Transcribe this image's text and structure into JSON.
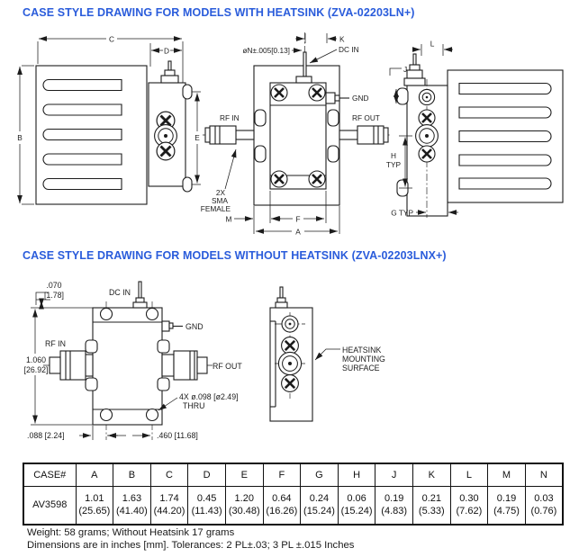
{
  "s1": {
    "title": "CASE STYLE DRAWING FOR MODELS WITH HEATSINK (ZVA-02203LN+)",
    "dims": {
      "c": "C",
      "d": "D",
      "b": "B",
      "e": "E",
      "k": "K",
      "m": "M",
      "f": "F",
      "a": "A",
      "j": "J",
      "l": "L",
      "h": "H",
      "h_typ": "TYP",
      "g_typ": "G TYP"
    },
    "labels": {
      "pin_dia": "øN±.005[0.13]",
      "dc_in": "DC IN",
      "gnd": "GND",
      "rf_in": "RF IN",
      "rf_out": "RF OUT",
      "sma1": "2X",
      "sma2": "SMA",
      "sma3": "FEMALE"
    }
  },
  "s2": {
    "title": "CASE STYLE DRAWING FOR MODELS WITHOUT HEATSINK (ZVA-02203LNX+)",
    "labels": {
      "dim_top_in": ".070",
      "dim_top_mm": "[1.78]",
      "dc_in": "DC IN",
      "gnd": "GND",
      "rf_in": "RF IN",
      "rf_out": "RF OUT",
      "dim_left_in": "1.060",
      "dim_left_mm": "[26.92]",
      "holes1": "4X ø.098 [ø2.49]",
      "holes2": "THRU",
      "dim_bl": ".088 [2.24]",
      "dim_br": ".460 [11.68]",
      "mount1": "HEATSINK",
      "mount2": "MOUNTING",
      "mount3": "SURFACE"
    }
  },
  "table": {
    "headers": [
      "CASE#",
      "A",
      "B",
      "C",
      "D",
      "E",
      "F",
      "G",
      "H",
      "J",
      "K",
      "L",
      "M",
      "N"
    ],
    "case_number": "AV3598",
    "inches": [
      "1.01",
      "1.63",
      "1.74",
      "0.45",
      "1.20",
      "0.64",
      "0.24",
      "0.06",
      "0.19",
      "0.21",
      "0.30",
      "0.19",
      "0.03"
    ],
    "mm": [
      "(25.65)",
      "(41.40)",
      "(44.20)",
      "(11.43)",
      "(30.48)",
      "(16.26)",
      "(15.24)",
      "(15.24)",
      "(4.83)",
      "(5.33)",
      "(7.62)",
      "(4.75)",
      "(0.76)"
    ]
  },
  "footer": {
    "line1": "Weight: 58 grams; Without Heatsink 17 grams",
    "line2": "Dimensions are in inches [mm]. Tolerances: 2 PL±.03; 3 PL ±.015 Inches"
  },
  "colors": {
    "title_blue": "#2a5cdb",
    "line_dark": "#1c1c1c"
  }
}
